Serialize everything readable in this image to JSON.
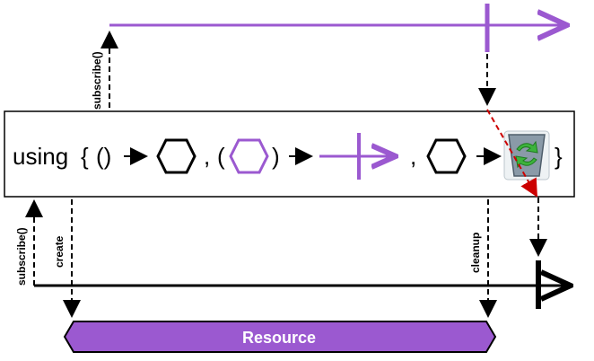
{
  "diagram": {
    "operator_expression": {
      "keyword": "using",
      "open_brace": "{",
      "factory_parens": "()",
      "comma_1": ",",
      "open_paren": "(",
      "close_paren": ")",
      "comma_2": ",",
      "close_brace": "}",
      "arrow_symbol": "→"
    },
    "labels": {
      "subscribe_top": "subscribe()",
      "subscribe_bottom": "subscribe()",
      "create": "create",
      "cleanup": "cleanup",
      "resource": "Resource"
    },
    "colors": {
      "purple": "#9b59d0",
      "resource_fill": "#9b59d0",
      "black": "#000000",
      "red_dashed": "#cc0000",
      "recycle_green": "#3db33d",
      "bin_gray": "#8a9aa8"
    },
    "icons": [
      "hexagon-icon",
      "purple-hexagon-icon",
      "recycle-bin-icon",
      "arrow-right-icon"
    ]
  }
}
